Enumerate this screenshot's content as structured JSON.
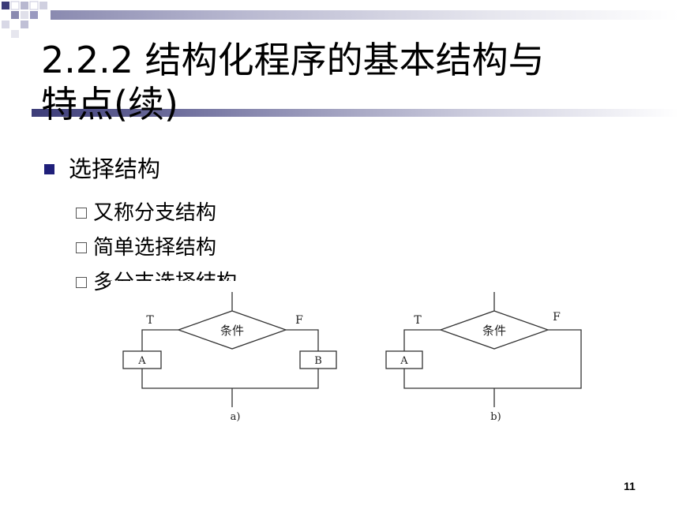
{
  "slide": {
    "title_line1": "2.2.2 结构化程序的基本结构与",
    "title_line2": "特点(续)",
    "bullet": "选择结构",
    "sub_items": [
      "又称分支结构",
      "简单选择结构",
      "多分支选择结构"
    ],
    "page_number": "11"
  },
  "diagram": {
    "a": {
      "condition": "条件",
      "true_label": "T",
      "false_label": "F",
      "box_left": "A",
      "box_right": "B",
      "caption": "a)"
    },
    "b": {
      "condition": "条件",
      "true_label": "T",
      "false_label": "F",
      "box_left": "A",
      "caption": "b)"
    }
  },
  "colors": {
    "bullet": "#1f1f7a",
    "accent_dark": "#3c3c78",
    "accent_light": "#b8b8d0"
  }
}
